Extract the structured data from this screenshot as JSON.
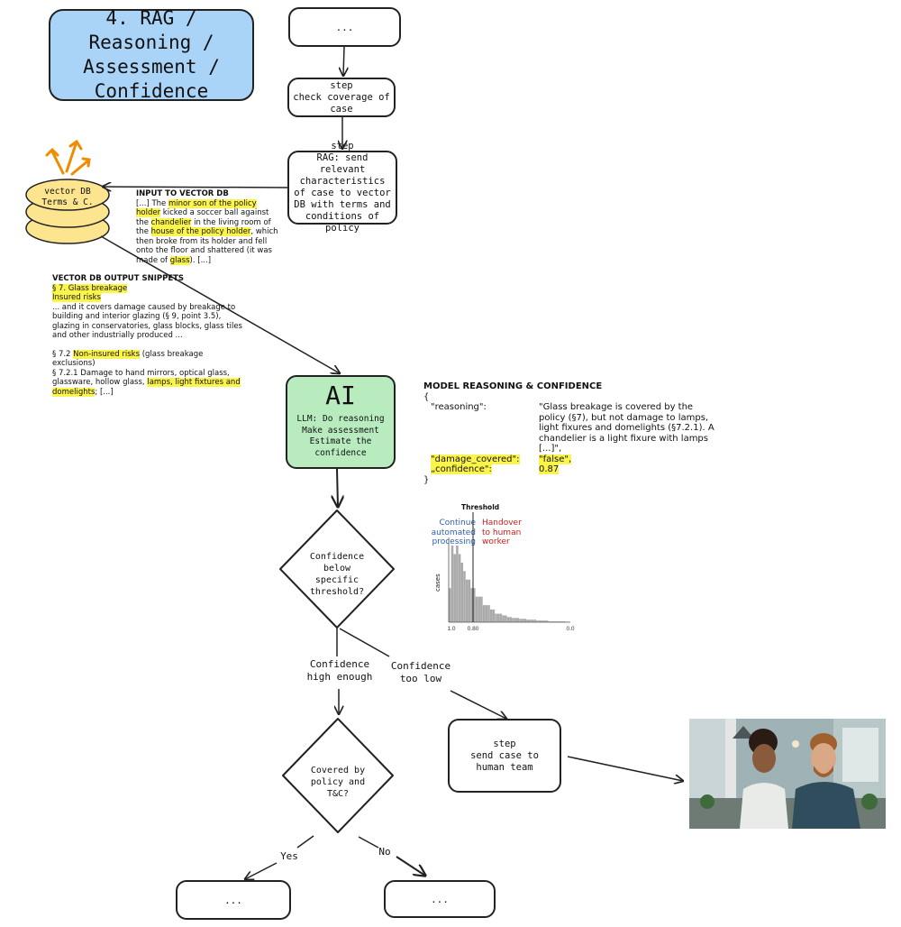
{
  "title": "4. RAG / Reasoning / Assessment / Confidence",
  "top_box": "...",
  "step_check": {
    "step": "step",
    "text": "check coverage of case"
  },
  "step_rag": {
    "step": "step",
    "text": "RAG: send relevant characteristics of case to vector DB with terms and conditions of policy"
  },
  "vector_db": {
    "line1": "vector DB",
    "line2": "Terms & C."
  },
  "input_note": {
    "heading": "INPUT TO VECTOR DB",
    "p1": "[...] The ",
    "h1": "minor son of the policy holder",
    "p2": " kicked a soccer ball against the ",
    "h2": "chandelier",
    "p3": " in the living room of the ",
    "h3": "house of the policy holder",
    "p4": ", which then broke from its holder and fell onto the floor and shattered (it was made of ",
    "h4": "glass",
    "p5": "). [...]"
  },
  "output_note": {
    "heading": "VECTOR DB OUTPUT SNIPPETS",
    "h1": "§ 7. Glass breakage",
    "h2": "Insured risks",
    "p1": "... and it covers damage caused by breakage to building and interior glazing (§ 9, point 3.5), glazing in conservatories, glass blocks, glass tiles and other industrially produced ...",
    "p2a": "§ 7.2 ",
    "h3": "Non-insured risks",
    "p2b": " (glass breakage exclusions)",
    "p3a": "§ 7.2.1 Damage to hand mirrors, optical glass, glassware, hollow glass, ",
    "h4": "lamps, light fixtures and domelights",
    "p3b": "; [...]"
  },
  "ai_box": {
    "title": "AI",
    "desc": "LLM: Do reasoning\nMake assessment\nEstimate the\nconfidence"
  },
  "model_note": {
    "heading": "MODEL REASONING & CONFIDENCE",
    "open": "{",
    "k_reasoning": "\"reasoning\":",
    "v_reasoning": "\"Glass breakage is covered by the policy (§7), but not damage to lamps, light fixures and domelights (§7.2.1). A chandelier is a light fixure with lamps [...]\",",
    "k_damage": "\"damage_covered\":",
    "v_damage": "\"false\",",
    "k_conf": "„confidence\":",
    "v_conf": "0.87",
    "close": "}"
  },
  "histogram": {
    "title": "Threshold",
    "left_label": "Continue\nautomated\nprocessing",
    "right_label": "Handover\nto human\nworker",
    "ylabel": "cases",
    "ticks": [
      "1.0",
      "0.80",
      "0.0"
    ],
    "left_color": "#2b5fb0",
    "right_color": "#d11a1a"
  },
  "chart_data": {
    "type": "bar",
    "title": "Threshold",
    "xlabel": "",
    "ylabel": "cases",
    "x_ticks": [
      "1.0",
      "0.80",
      "0.0"
    ],
    "xlim": [
      1.0,
      0.0
    ],
    "threshold": 0.8,
    "values": [
      4,
      9,
      8,
      9,
      8,
      7,
      6,
      5,
      5,
      4,
      4,
      3,
      3,
      3,
      2,
      2,
      2,
      1.5,
      1.5,
      1,
      1,
      1,
      0.8,
      0.8,
      0.6,
      0.6,
      0.5,
      0.5,
      0.5,
      0.4,
      0.4,
      0.4,
      0.3,
      0.3,
      0.3,
      0.3,
      0.2,
      0.2,
      0.2,
      0.2,
      0.2,
      0.1,
      0.1,
      0.1,
      0.1,
      0.1,
      0.1,
      0.1,
      0.05,
      0.05
    ]
  },
  "diamond1": "Confidence\nbelow\nspecific\nthreshold?",
  "label_high": "Confidence\nhigh enough",
  "label_low": "Confidence\ntoo low",
  "step_human": {
    "step": "step",
    "text": "send case to human team"
  },
  "diamond2": "Covered by\npolicy and\nT&C?",
  "label_yes": "Yes",
  "label_no": "No",
  "bottom_left": "...",
  "bottom_right": "..."
}
